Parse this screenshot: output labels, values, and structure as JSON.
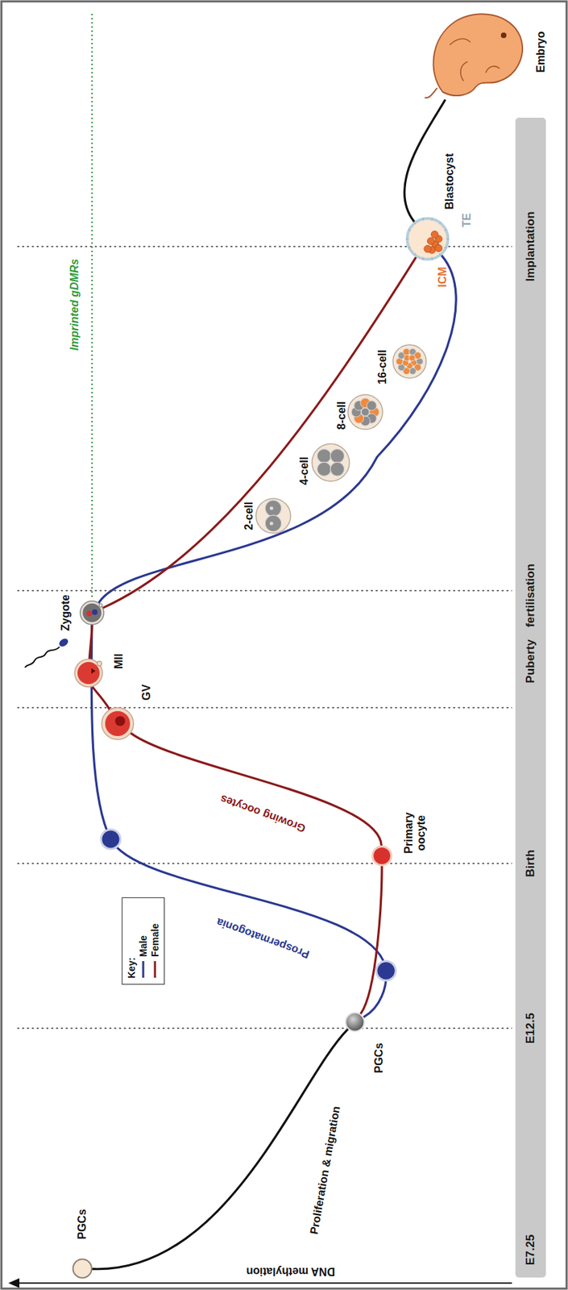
{
  "diagram": {
    "nodes": [
      {
        "text": [
          "PGCs"
        ]
      },
      {
        "text": [
          "PGCs"
        ]
      },
      {
        "text": [
          "Primary oocyte"
        ]
      },
      {
        "text": [
          "GV"
        ]
      },
      {
        "text": [
          "MII"
        ]
      },
      {
        "text": [
          "Zygote"
        ]
      },
      {
        "text": [
          "2-cell"
        ]
      },
      {
        "text": [
          "4-cell"
        ]
      },
      {
        "text": [
          "8-cell"
        ]
      },
      {
        "text": [
          "16-cell"
        ]
      },
      {
        "text": [
          "Blastocyst",
          "TE",
          "ICM"
        ]
      },
      {
        "text": [
          "Embryo"
        ]
      }
    ],
    "edges": [
      {
        "from": 0,
        "to": 1,
        "arrow": "none"
      },
      {
        "from": 1,
        "to": 5,
        "arrow": "none"
      },
      {
        "from": 1,
        "to": 2,
        "arrow": "none"
      },
      {
        "from": 2,
        "to": 3,
        "arrow": "none"
      },
      {
        "from": 3,
        "to": 4,
        "arrow": "none"
      },
      {
        "from": 4,
        "to": 5,
        "arrow": "none"
      },
      {
        "from": 5,
        "to": 10,
        "arrow": "none"
      },
      {
        "from": 5,
        "to": 10,
        "arrow": "none"
      },
      {
        "from": 10,
        "to": 11,
        "arrow": "none"
      }
    ],
    "labels": [
      "Proliferation & migration",
      "Prospermatogonia",
      "Growing oocytes",
      "Imprinted gDMRs",
      "Key:",
      "E7.25",
      "E12.5",
      "Birth",
      "Puberty",
      "fertilisation",
      "Implantation",
      "DNA methylation"
    ],
    "legend": [
      {
        "text": "Male"
      },
      {
        "text": "Female"
      }
    ]
  }
}
